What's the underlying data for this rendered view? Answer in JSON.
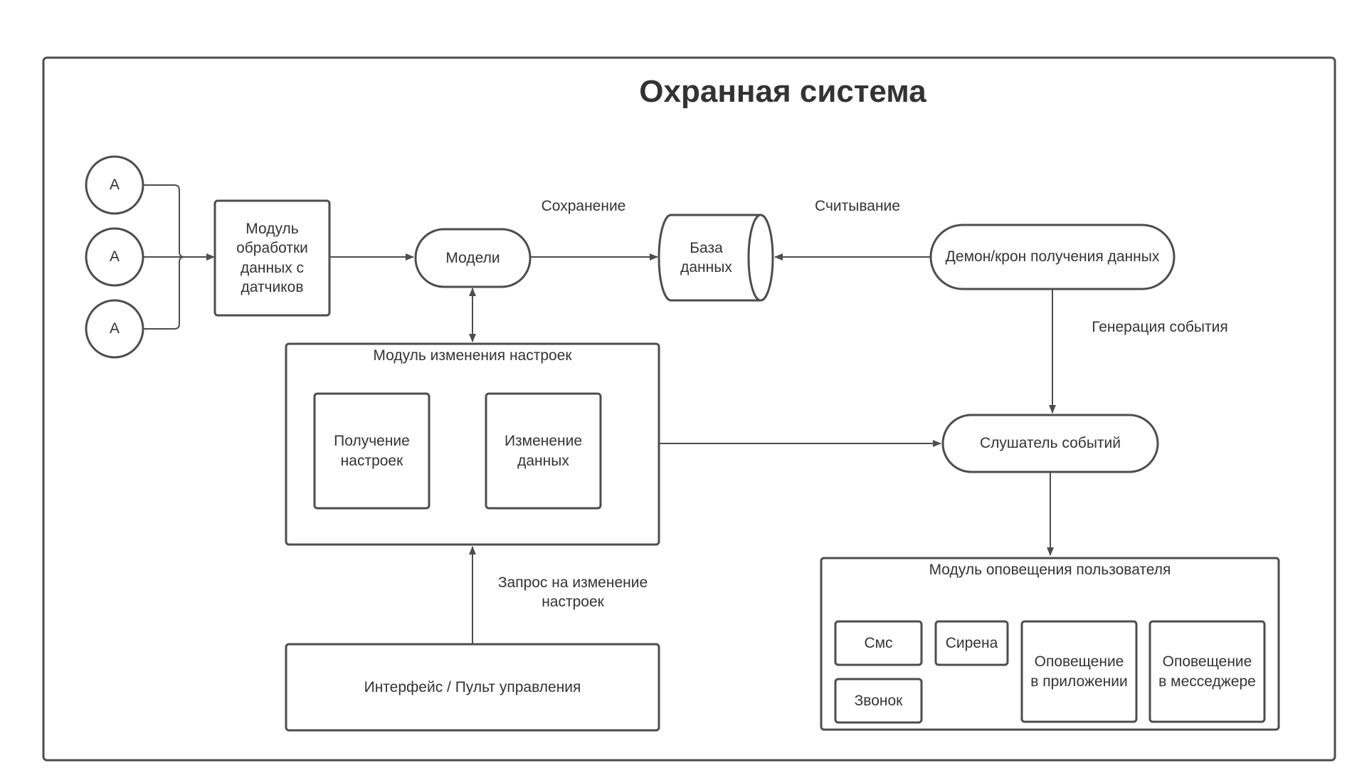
{
  "title": "Охранная система",
  "colors": {
    "stroke": "#4d4d4d",
    "text": "#333333",
    "background": "#ffffff"
  },
  "sensors": [
    "A",
    "A",
    "A"
  ],
  "nodes": {
    "processing_module": "Модуль\nобработки\nданных с\nдатчиков",
    "models": "Модели",
    "database": "База\nданных",
    "daemon": "Демон/крон получения данных",
    "settings_module": "Модуль изменения настроек",
    "get_settings": "Получение\nнастроек",
    "change_data": "Изменение\nданных",
    "event_listener": "Слушатель событий",
    "notification_module": "Модуль оповещения пользователя",
    "sms": "Смс",
    "siren": "Сирена",
    "call": "Звонок",
    "app_notification": "Оповещение\nв приложении",
    "messenger_notification": "Оповещение\nв месседжере",
    "interface": "Интерфейс / Пульт управления"
  },
  "edge_labels": {
    "save": "Сохранение",
    "read": "Считывание",
    "event_generation": "Генерация события",
    "settings_request": "Запрос на изменение\nнастроек"
  }
}
